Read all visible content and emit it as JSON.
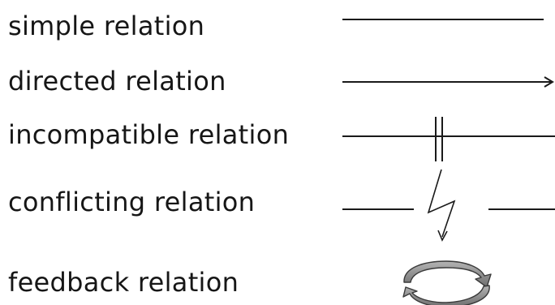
{
  "legend": {
    "items": [
      {
        "label": "simple relation",
        "symbol": "plain-line-icon"
      },
      {
        "label": "directed relation",
        "symbol": "arrow-line-icon"
      },
      {
        "label": "incompatible relation",
        "symbol": "double-bar-line-icon"
      },
      {
        "label": "conflicting relation",
        "symbol": "lightning-bolt-icon"
      },
      {
        "label": "feedback relation",
        "symbol": "cycle-arrows-icon"
      }
    ]
  },
  "colors": {
    "text": "#161616",
    "line": "#1a1a1a",
    "cycle_fill": "#8c8c8c",
    "background": "#ffffff"
  }
}
